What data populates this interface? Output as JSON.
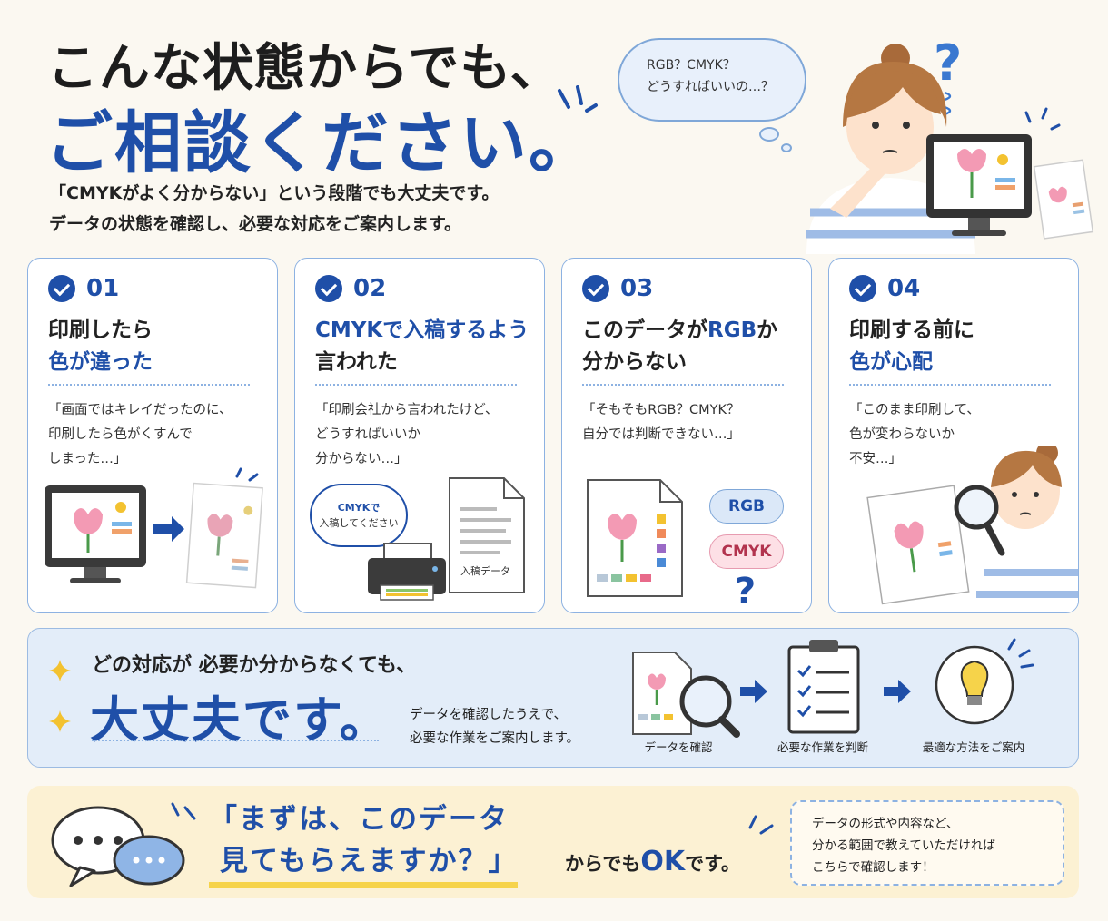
{
  "headline": {
    "line1": "こんな状態からでも、",
    "line2": "ご相談ください。"
  },
  "lead": {
    "line1": "「CMYKがよく分からない」という段階でも大丈夫です。",
    "line2": "データの状態を確認し、必要な対応をご案内します。"
  },
  "thought": {
    "line1": "RGB？CMYK？",
    "line2": "どうすればいいの…？"
  },
  "cards": [
    {
      "num": "01",
      "head1": "印刷したら",
      "head2": "色が違った",
      "desc1": "「画面ではキレイだったのに、",
      "desc2": "印刷したら色がくすんで",
      "desc3": "しまった…」"
    },
    {
      "num": "02",
      "head1": "CMYKで入稿するよう",
      "head2": "言われた",
      "desc1": "「印刷会社から言われたけど、",
      "desc2": "どうすればいいか",
      "desc3": "分からない…」",
      "speech1": "CMYKで",
      "speech2": "入稿してください",
      "doc_label": "入稿データ"
    },
    {
      "num": "03",
      "head1": "このデータがRGBか",
      "head2": "分からない",
      "desc1": "「そもそもRGB？CMYK？",
      "desc2": "自分では判断できない…」",
      "pill1": "RGB",
      "pill2": "CMYK"
    },
    {
      "num": "04",
      "head1": "印刷する前に",
      "head2": "色が心配",
      "desc1": "「このまま印刷して、",
      "desc2": "色が変わらないか",
      "desc3": "不安…」"
    }
  ],
  "middle": {
    "lead": "どの対応が 必要か分からなくても、",
    "big": "大丈夫です。",
    "sub1": "データを確認したうえで、",
    "sub2": "必要な作業をご案内します。",
    "steps": [
      "データを確認",
      "必要な作業を判断",
      "最適な方法をご案内"
    ]
  },
  "bottom": {
    "quote1": "「まずは、このデータ",
    "quote2": "見てもらえますか？」",
    "tail1": "からでも",
    "tail2": "OK",
    "tail3": "です。",
    "note1": "データの形式や内容など、",
    "note2": "分かる範囲で教えていただければ",
    "note3": "こちらで確認します！"
  },
  "colors": {
    "accent": "#1f4fa8",
    "card_border": "#8db2e2",
    "panel": "#e3edf9",
    "cream": "#fcf1d3",
    "tulip": "#f39ab4"
  },
  "icons": [
    "check-icon",
    "question-icon",
    "tulip-icon",
    "monitor-icon",
    "printer-icon",
    "document-icon",
    "magnifier-icon",
    "clipboard-icon",
    "lightbulb-icon",
    "arrow-right-icon",
    "sparkle-icon",
    "chat-icon"
  ]
}
